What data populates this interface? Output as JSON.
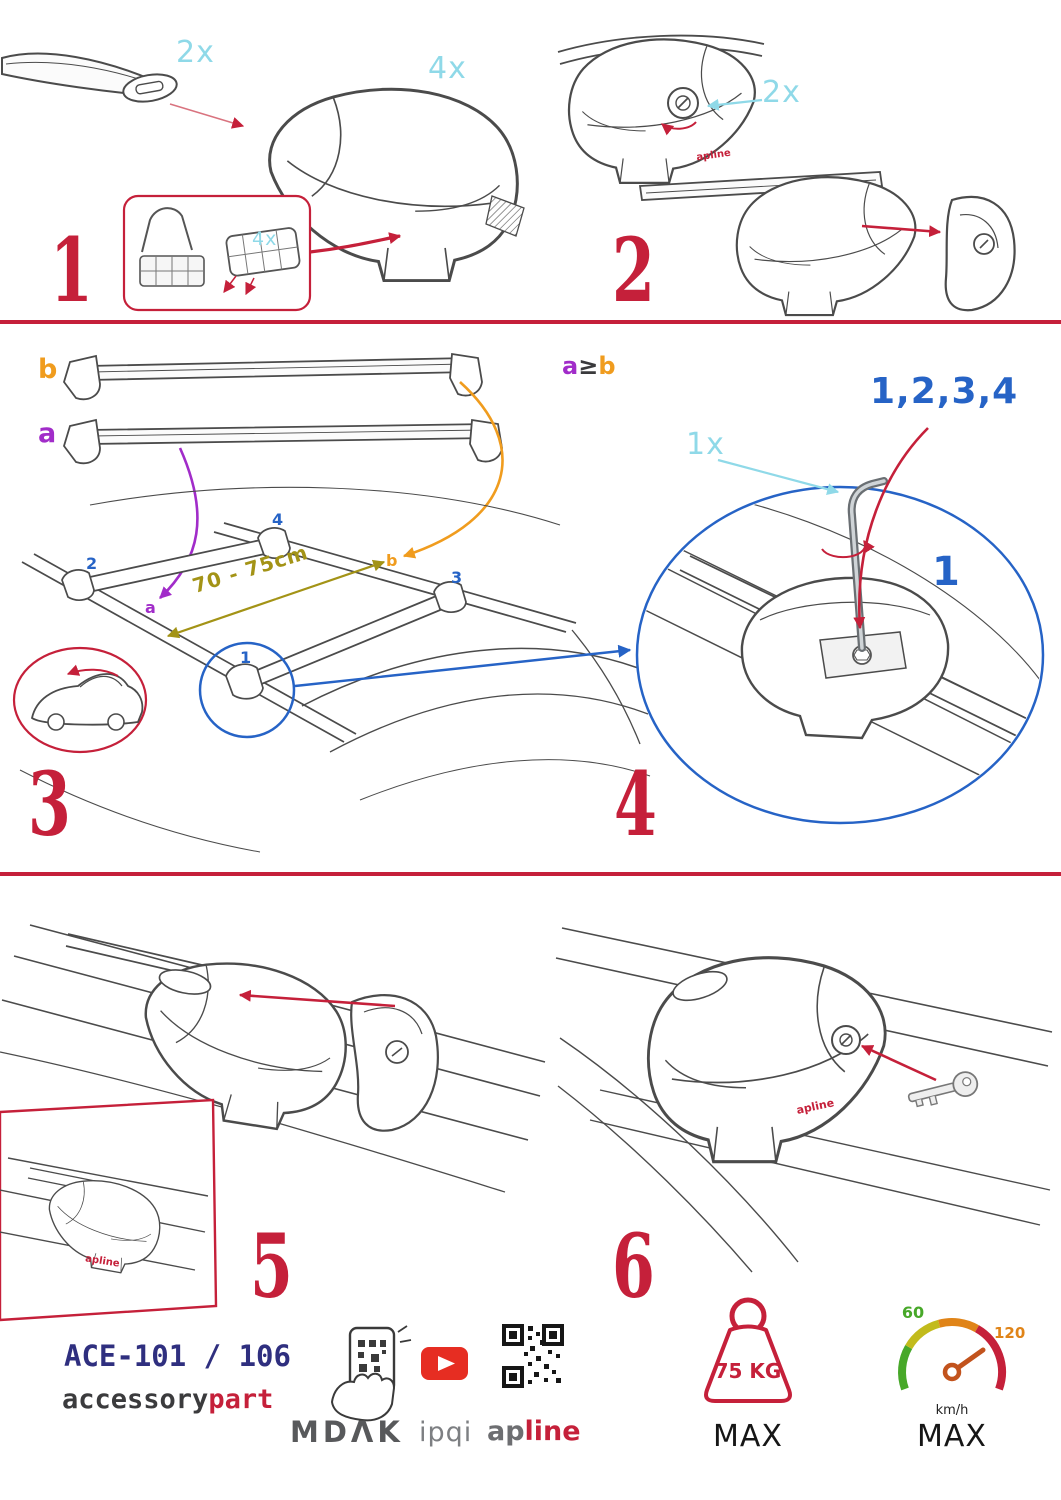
{
  "steps": {
    "n1": "1",
    "n2": "2",
    "n3": "3",
    "n4": "4",
    "n5": "5",
    "n6": "6",
    "qty_bar": "2x",
    "qty_foot": "4x",
    "qty_pad": "4x",
    "qty_lock": "2x",
    "qty_key": "1x",
    "label_a": "a",
    "label_b": "b",
    "rule_a": "a",
    "rule_op": "≥",
    "rule_b": "b",
    "distance": "70 - 75cm",
    "sequence": "1,2,3,4",
    "first": "1",
    "pos": {
      "p1": "1",
      "p2": "2",
      "p3": "3",
      "p4": "4",
      "pa": "a",
      "pb": "b"
    }
  },
  "brand": {
    "apline": "apline"
  },
  "footer": {
    "product_code": "ACE-101 / 106",
    "brand_left": "accessory",
    "brand_right": "part",
    "logo_mdak": "MDΛK",
    "logo_ipqi": "ipqi",
    "logo_ap": "ap",
    "logo_line": "line",
    "weight": "75 KG",
    "weight_max": "MAX",
    "speed_low": "60",
    "speed_high": "120",
    "speed_unit": "km/h",
    "speed_max": "MAX"
  },
  "colors": {
    "accent_red": "#c5203a",
    "accent_cyan": "#8fd9e8",
    "accent_purple": "#a12cc9",
    "accent_orange": "#f09c1e",
    "accent_olive": "#a39316",
    "accent_blue": "#2663c6",
    "navy": "#2f2f7f",
    "youtube_red": "#e62d22",
    "gauge_green": "#47a829",
    "gauge_yellow": "#c2bb1c",
    "gauge_orange": "#e08418",
    "gauge_red": "#c5203a"
  }
}
